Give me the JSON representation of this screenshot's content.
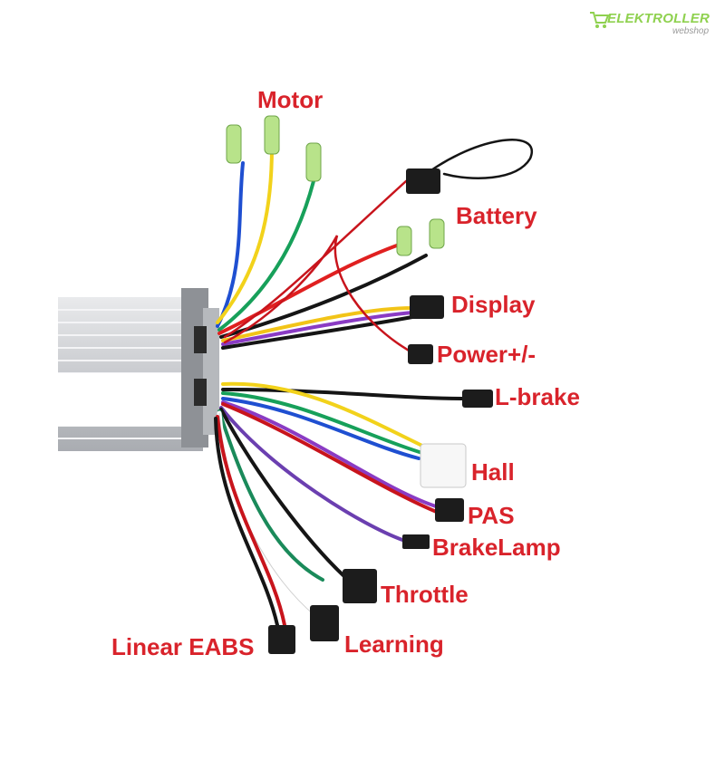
{
  "brand": {
    "name": "ELEKTROLLER",
    "sub": "webshop",
    "color": "#8fd14f"
  },
  "label_color": "#d9232b",
  "labels": {
    "motor": "Motor",
    "battery": "Battery",
    "display": "Display",
    "power": "Power+/-",
    "lbrake": "L-brake",
    "hall": "Hall",
    "pas": "PAS",
    "brakelamp": "BrakeLamp",
    "throttle": "Throttle",
    "linear_eabs": "Linear EABS",
    "learning": "Learning"
  }
}
